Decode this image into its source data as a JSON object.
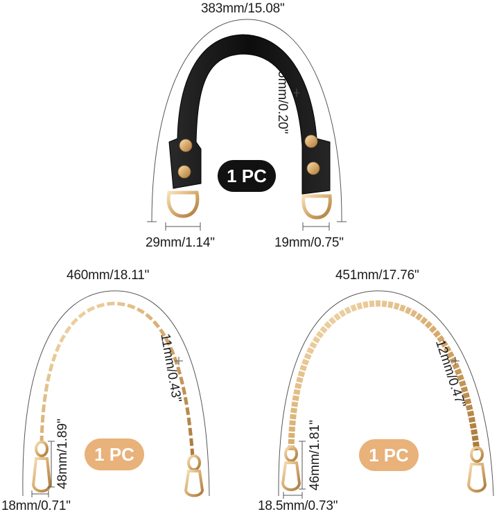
{
  "top_strap": {
    "length_label": "383mm/15.08\"",
    "thickness_label": "5mm/0.20\"",
    "ring_width_label": "29mm/1.14\"",
    "ring_inner_label": "19mm/0.75\"",
    "badge": "1 PC"
  },
  "left_chain": {
    "length_label": "460mm/18.11\"",
    "link_width_label": "11mm/0.43\"",
    "clasp_length_label": "48mm/1.89\"",
    "clasp_width_label": "18mm/0.71\"",
    "badge": "1 PC"
  },
  "right_chain": {
    "length_label": "451mm/17.76\"",
    "link_width_label": "12mm/0.47\"",
    "clasp_length_label": "46mm/1.81\"",
    "clasp_width_label": "18.5mm/0.73\"",
    "badge": "1 PC"
  },
  "colors": {
    "black_badge": "#111111",
    "gold_badge": "#e8b27a",
    "gold_metal": "#d9b27c",
    "leather": "#141414"
  }
}
